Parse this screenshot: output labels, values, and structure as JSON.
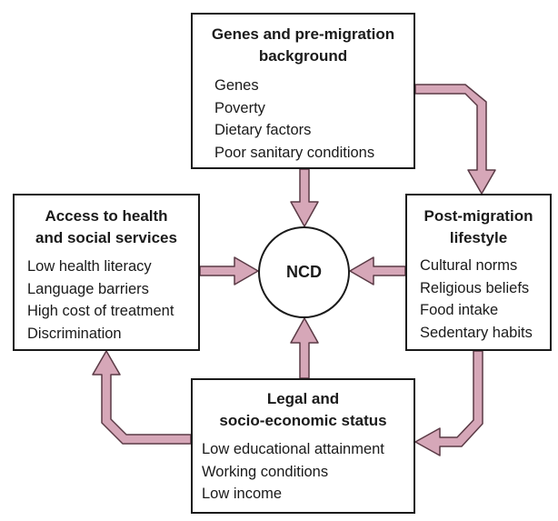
{
  "colors": {
    "arrow_fill": "#d6a7b8",
    "arrow_stroke": "#5a3a45",
    "box_border": "#1a1a1a"
  },
  "center": {
    "label": "NCD"
  },
  "boxes": {
    "genes": {
      "title_line1": "Genes and pre-migration",
      "title_line2": "background",
      "items": [
        "Genes",
        "Poverty",
        "Dietary factors",
        "Poor sanitary conditions"
      ]
    },
    "access": {
      "title_line1": "Access to health",
      "title_line2": "and social services",
      "items": [
        "Low health literacy",
        "Language barriers",
        "High cost of treatment",
        "Discrimination"
      ]
    },
    "lifestyle": {
      "title_line1": "Post-migration",
      "title_line2": "lifestyle",
      "items": [
        "Cultural norms",
        "Religious beliefs",
        "Food intake",
        "Sedentary habits"
      ]
    },
    "legal": {
      "title_line1": "Legal and",
      "title_line2": "socio-economic status",
      "items": [
        "Low educational attainment",
        "Working conditions",
        "Low income"
      ]
    }
  }
}
